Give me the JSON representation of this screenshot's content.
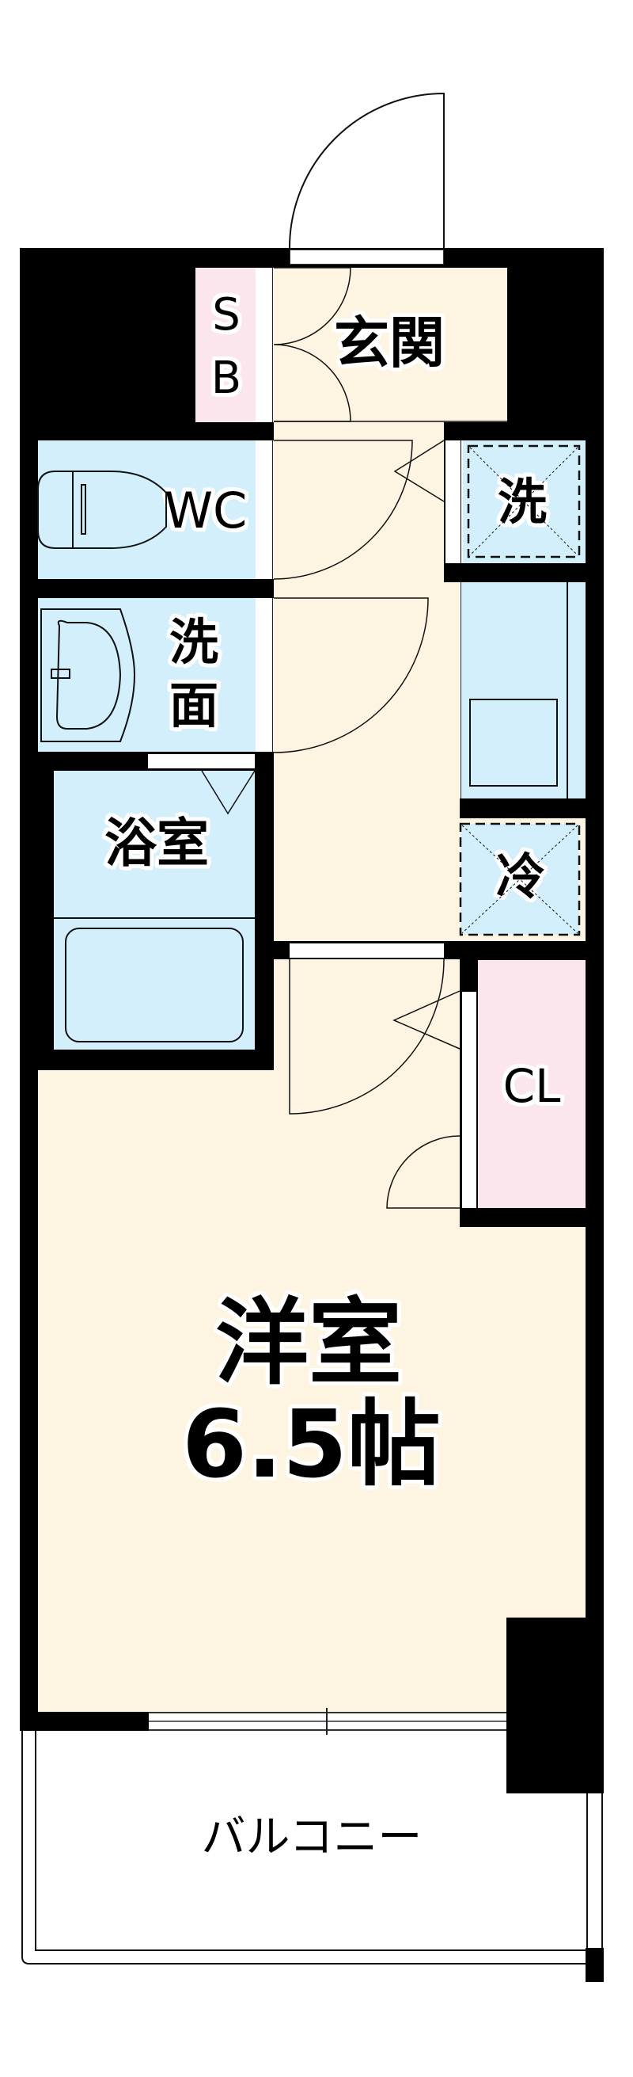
{
  "floorplan": {
    "rooms": {
      "entrance": {
        "label": "玄関"
      },
      "shoe_box": {
        "label_line1": "S",
        "label_line2": "B"
      },
      "toilet": {
        "label": "WC"
      },
      "washer_space": {
        "label": "洗"
      },
      "washroom": {
        "label_line1": "洗",
        "label_line2": "面"
      },
      "bathroom": {
        "label": "浴室"
      },
      "fridge_space": {
        "label": "冷"
      },
      "closet": {
        "label": "CL"
      },
      "western_room": {
        "label": "洋室",
        "size": "6.5帖"
      },
      "balcony": {
        "label": "バルコニー"
      }
    },
    "colors": {
      "wall": "#000000",
      "floor_beige": "#FDF5E2",
      "wet_area_blue": "#D2EFFB",
      "storage_pink": "#FBE6EE"
    }
  }
}
